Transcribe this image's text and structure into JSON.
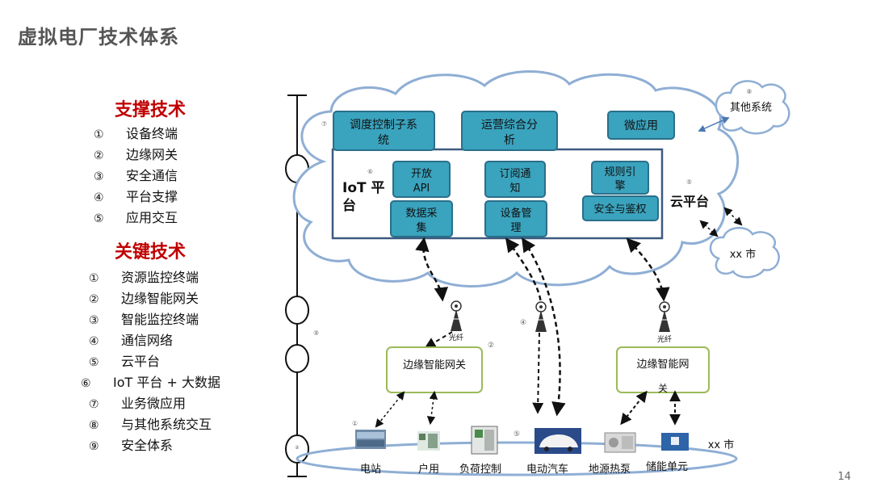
{
  "title": "虚拟电厂技术体系",
  "support": {
    "heading": "支撑技术",
    "items": [
      {
        "num": "①",
        "label": "设备终端"
      },
      {
        "num": "②",
        "label": "边缘网关"
      },
      {
        "num": "③",
        "label": "安全通信"
      },
      {
        "num": "④",
        "label": "平台支撑"
      },
      {
        "num": "⑤",
        "label": "应用交互"
      }
    ]
  },
  "key": {
    "heading": "关键技术",
    "items": [
      {
        "num": "①",
        "label": "资源监控终端"
      },
      {
        "num": "②",
        "label": "边缘智能网关"
      },
      {
        "num": "③",
        "label": "智能监控终端"
      },
      {
        "num": "④",
        "label": "通信网络"
      },
      {
        "num": "⑤",
        "label": "云平台"
      },
      {
        "num": "⑥",
        "label": "IoT 平台 + 大数据"
      },
      {
        "num": "⑦",
        "label": "业务微应用"
      },
      {
        "num": "⑧",
        "label": "与其他系统交互"
      },
      {
        "num": "⑨",
        "label": "安全体系"
      }
    ]
  },
  "diagram": {
    "apps": {
      "dispatch": [
        "调度控制子系",
        "统"
      ],
      "operation": [
        "运营综合分",
        "析"
      ],
      "micro": "微应用"
    },
    "iot_label": [
      "IoT 平",
      "台"
    ],
    "iot_modules": {
      "open_api": [
        "开放",
        "API"
      ],
      "subscribe": [
        "订阅通",
        "知"
      ],
      "rules": [
        "规则引",
        "擎"
      ],
      "data_collect": [
        "数据采",
        "集"
      ],
      "device_mgmt": [
        "设备管",
        "理"
      ],
      "security_auth": "安全与鉴权"
    },
    "cloud_label": "云平台",
    "other_system": "其他系统",
    "city_cloud": "xx 市",
    "fiber": "光纤",
    "gateway_left": "边缘智能网关",
    "gateway_right": [
      "边缘智能网",
      "关"
    ],
    "devices": [
      "电站",
      "户用",
      "负荷控制",
      "电动汽车",
      "地源热泵",
      "储能单元"
    ],
    "city_label": "xx 市",
    "markers": {
      "m1": "①",
      "m2": "②",
      "m4": "④",
      "m5": "⑤",
      "m6": "⑥",
      "m7": "⑦",
      "m8": "⑧",
      "m9": "⑨",
      "m9b": "⑨"
    }
  },
  "page_number": "14"
}
